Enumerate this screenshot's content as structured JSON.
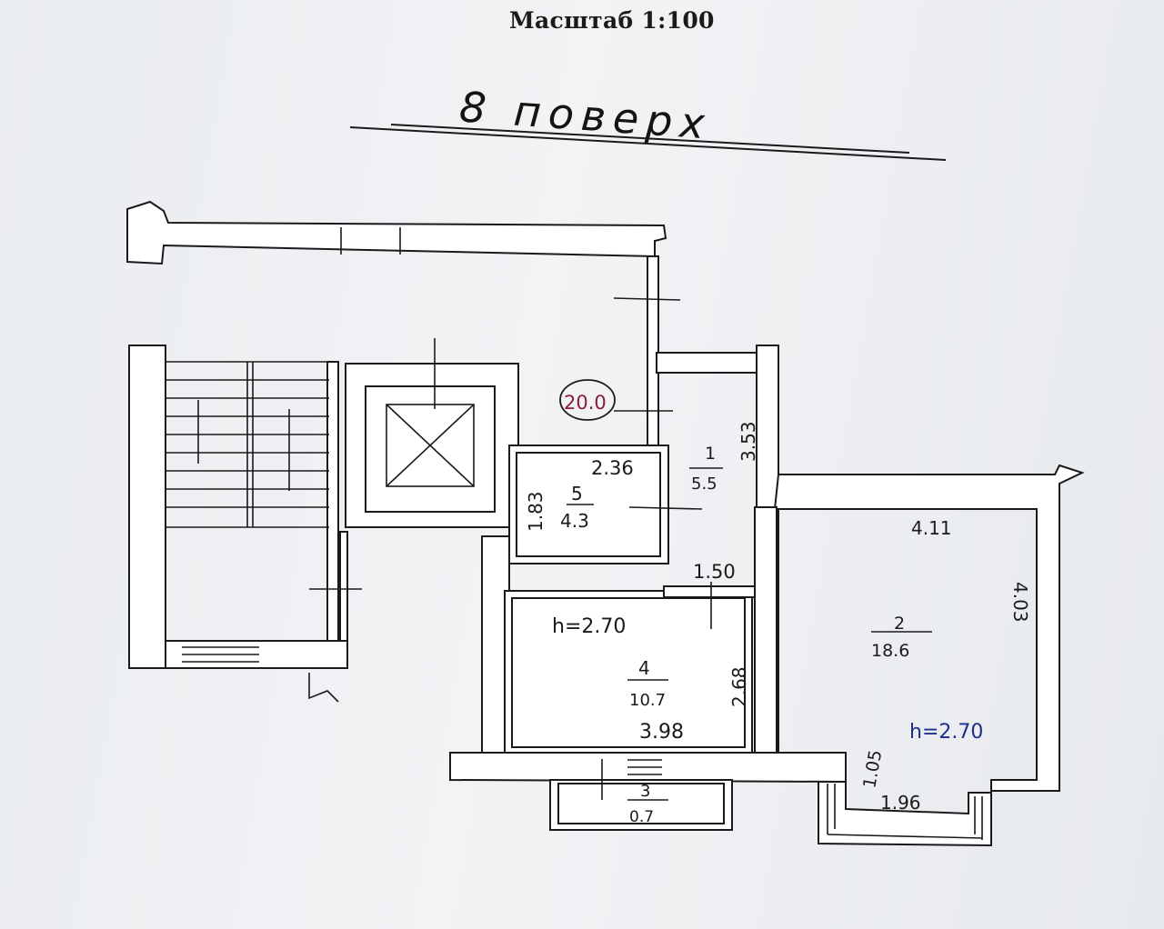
{
  "header": {
    "scale": "Масштаб 1:100",
    "floor": "8 поверх"
  },
  "marker": {
    "elevation": "20.0"
  },
  "rooms": [
    {
      "number": "1",
      "area": "5.5"
    },
    {
      "number": "2",
      "area": "18.6"
    },
    {
      "number": "3",
      "area": "0.7"
    },
    {
      "number": "4",
      "area": "10.7"
    },
    {
      "number": "5",
      "area": "4.3"
    }
  ],
  "dimensions": {
    "r5_width": "2.36",
    "r5_height": "1.83",
    "r1_height": "3.53",
    "r1_width": "1.50",
    "r2_width": "4.11",
    "r2_height": "4.03",
    "r4_width": "3.98",
    "r4_height": "2.68",
    "r2_bay_height": "1.05",
    "r2_bay_width": "1.96"
  },
  "heights": {
    "room4": "h=2.70",
    "room2": "h=2.70"
  },
  "colors": {
    "ink": "#1a1a1a",
    "wall_fill": "#ffffff",
    "blue_ink": "#1d2f8a",
    "red_ink": "#8a1d3a"
  }
}
